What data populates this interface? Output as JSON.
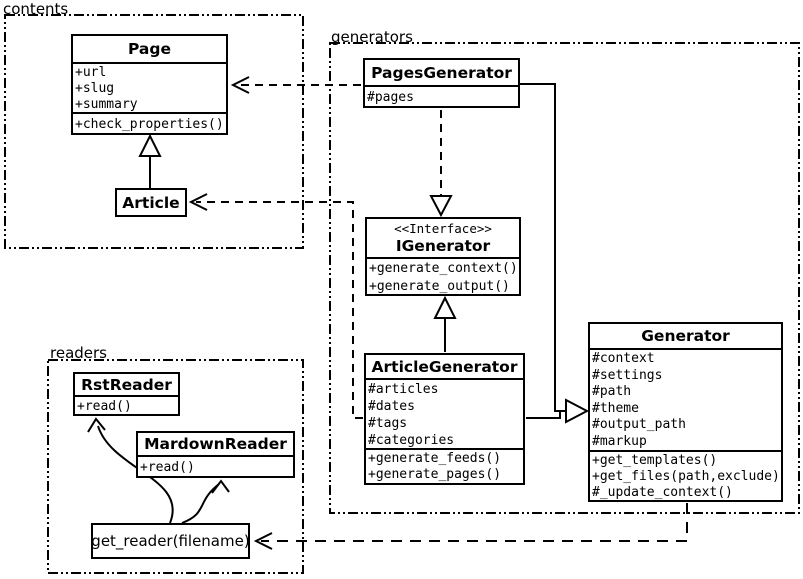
{
  "packages": {
    "contents": {
      "label": "contents"
    },
    "generators": {
      "label": "generators"
    },
    "readers": {
      "label": "readers"
    }
  },
  "classes": {
    "page": {
      "name": "Page",
      "attrs": [
        "+url",
        "+slug",
        "+summary"
      ],
      "methods": [
        "+check_properties()"
      ]
    },
    "article": {
      "name": "Article"
    },
    "pages_generator": {
      "name": "PagesGenerator",
      "attrs": [
        "#pages"
      ]
    },
    "igenerator": {
      "stereotype": "<<Interface>>",
      "name": "IGenerator",
      "methods": [
        "+generate_context()",
        "+generate_output()"
      ]
    },
    "article_generator": {
      "name": "ArticleGenerator",
      "attrs": [
        "#articles",
        "#dates",
        "#tags",
        "#categories"
      ],
      "methods": [
        "+generate_feeds()",
        "+generate_pages()"
      ]
    },
    "generator": {
      "name": "Generator",
      "attrs": [
        "#context",
        "#settings",
        "#path",
        "#theme",
        "#output_path",
        "#markup"
      ],
      "methods": [
        "+get_templates()",
        "+get_files(path,exclude)",
        "#_update_context()"
      ]
    },
    "rst_reader": {
      "name": "RstReader",
      "methods": [
        "+read()"
      ]
    },
    "markdown_reader": {
      "name": "MardownReader",
      "methods": [
        "+read()"
      ]
    },
    "get_reader": {
      "name": "get_reader(filename)"
    }
  },
  "colors": {
    "line": "#000000",
    "background": "#ffffff",
    "box_fill": "#ffffff"
  }
}
